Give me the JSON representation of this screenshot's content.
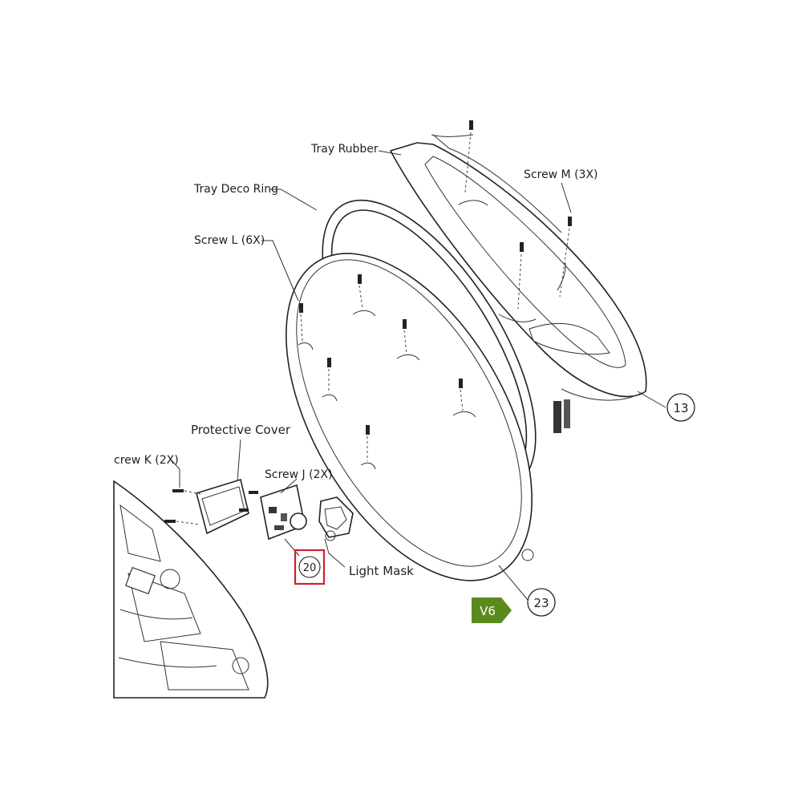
{
  "labels": {
    "tray_rubber": "Tray Rubber",
    "screw_m": "Screw M (3X)",
    "tray_deco_ring": "Tray Deco Ring",
    "screw_l": "Screw L (6X)",
    "protective_cover": "Protective Cover",
    "screw_k": "crew K (2X)",
    "screw_j": "Screw J (2X)",
    "light_mask": "Light Mask"
  },
  "callouts": {
    "part_13": "13",
    "part_20": "20",
    "part_23": "23"
  },
  "tag": {
    "text": "V6",
    "color": "#5a8a1e"
  },
  "highlight_color": "#d0202a"
}
